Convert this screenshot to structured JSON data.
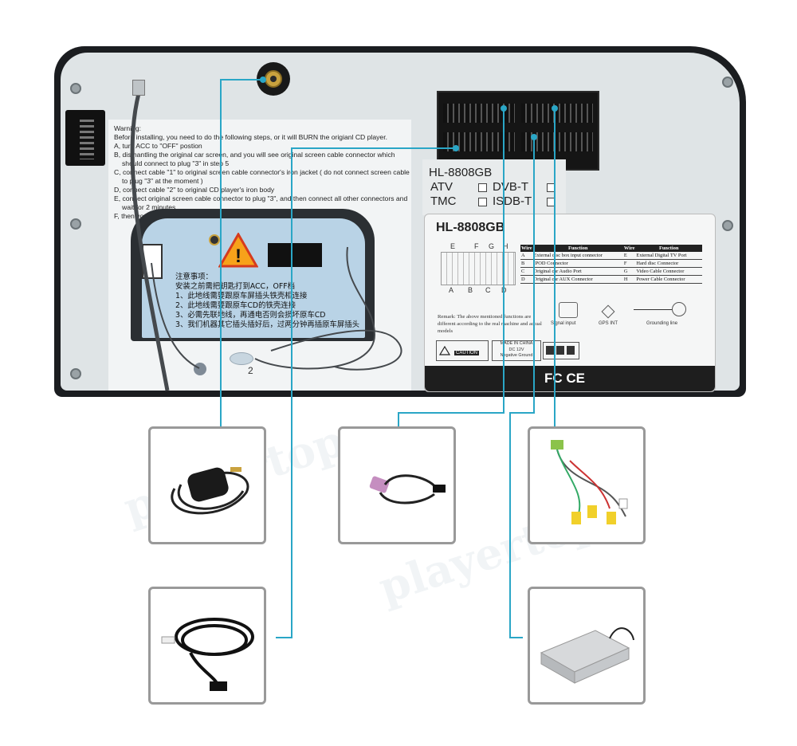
{
  "warning": {
    "lines": [
      "Warning:",
      "Before installing, you need to do the following steps, or it will BURN the origianl CD player.",
      "A, turn ACC to \"OFF\" postion",
      "B, dismantling the original car screen, and you will see original screen cable connector which",
      "should connect to plug \"3\" in step 5",
      "C, connect cable \"1\" to original screen cable connector's iron jacket ( do not connect screen cable",
      "to plug \"3\" at the moment )",
      "D, connect cable \"2\" to original CD player's iron body",
      "E, connect original screen cable connector to plug \"3\", and then connect all other connectors and",
      "wait for 2 minutes",
      "F, then you can turn ACC to \"ON\" position and boot the device now."
    ]
  },
  "chinese_notice": {
    "lines": [
      "注意事项：",
      "安装之前需把钥匙打到ACC，OFF档",
      "1、此地线需要跟原车屏插头铁壳相连接",
      "2、此地线需要跟原车CD的铁壳连接",
      "3、必需先联地线，再通电否则会损坏原车CD",
      "3、我们机器其它插头插好后，过两分钟再插原车屏插头"
    ],
    "marker": "2"
  },
  "upper_sticker": {
    "model": "HL-8808GB",
    "options": [
      "ATV",
      "DVB-T",
      "TMC",
      "ISDB-T"
    ]
  },
  "label": {
    "model": "HL-8808GB",
    "pin_letters_top": [
      "E",
      "F",
      "G",
      "H"
    ],
    "pin_letters_bottom": [
      "A",
      "B",
      "C",
      "D"
    ],
    "table_headers": [
      "Wire",
      "Function",
      "Wire",
      "Function"
    ],
    "rows": [
      [
        "A",
        "External disc box input connector",
        "E",
        "External Digital TV Port"
      ],
      [
        "B",
        "IPOD Connector",
        "F",
        "Hard disc Connector"
      ],
      [
        "C",
        "Original car Audio Port",
        "G",
        "Video Cable Connector"
      ],
      [
        "D",
        "Original car AUX Connector",
        "H",
        "Power Cable Connector"
      ]
    ],
    "remark": "Remark: The above mentioned functions are different according to the real machine and actual models",
    "port_labels": [
      "Signal input",
      "GPS INT",
      "Grounding line"
    ],
    "caution": "CAUTION",
    "made_in": "MADE IN CHINA",
    "voltage": "DC 12V",
    "ground": "Negative Ground",
    "cert": "FC CE"
  },
  "thumbnails": [
    {
      "name": "gps-antenna"
    },
    {
      "name": "usb-cable"
    },
    {
      "name": "rca-cable"
    },
    {
      "name": "ipod-cable"
    },
    {
      "name": "tv-box"
    }
  ],
  "watermark": "playertop.",
  "colors": {
    "leader_line": "#2aa6c6",
    "unit_frame": "#1b1d20",
    "panel": "#dfe4e6"
  }
}
